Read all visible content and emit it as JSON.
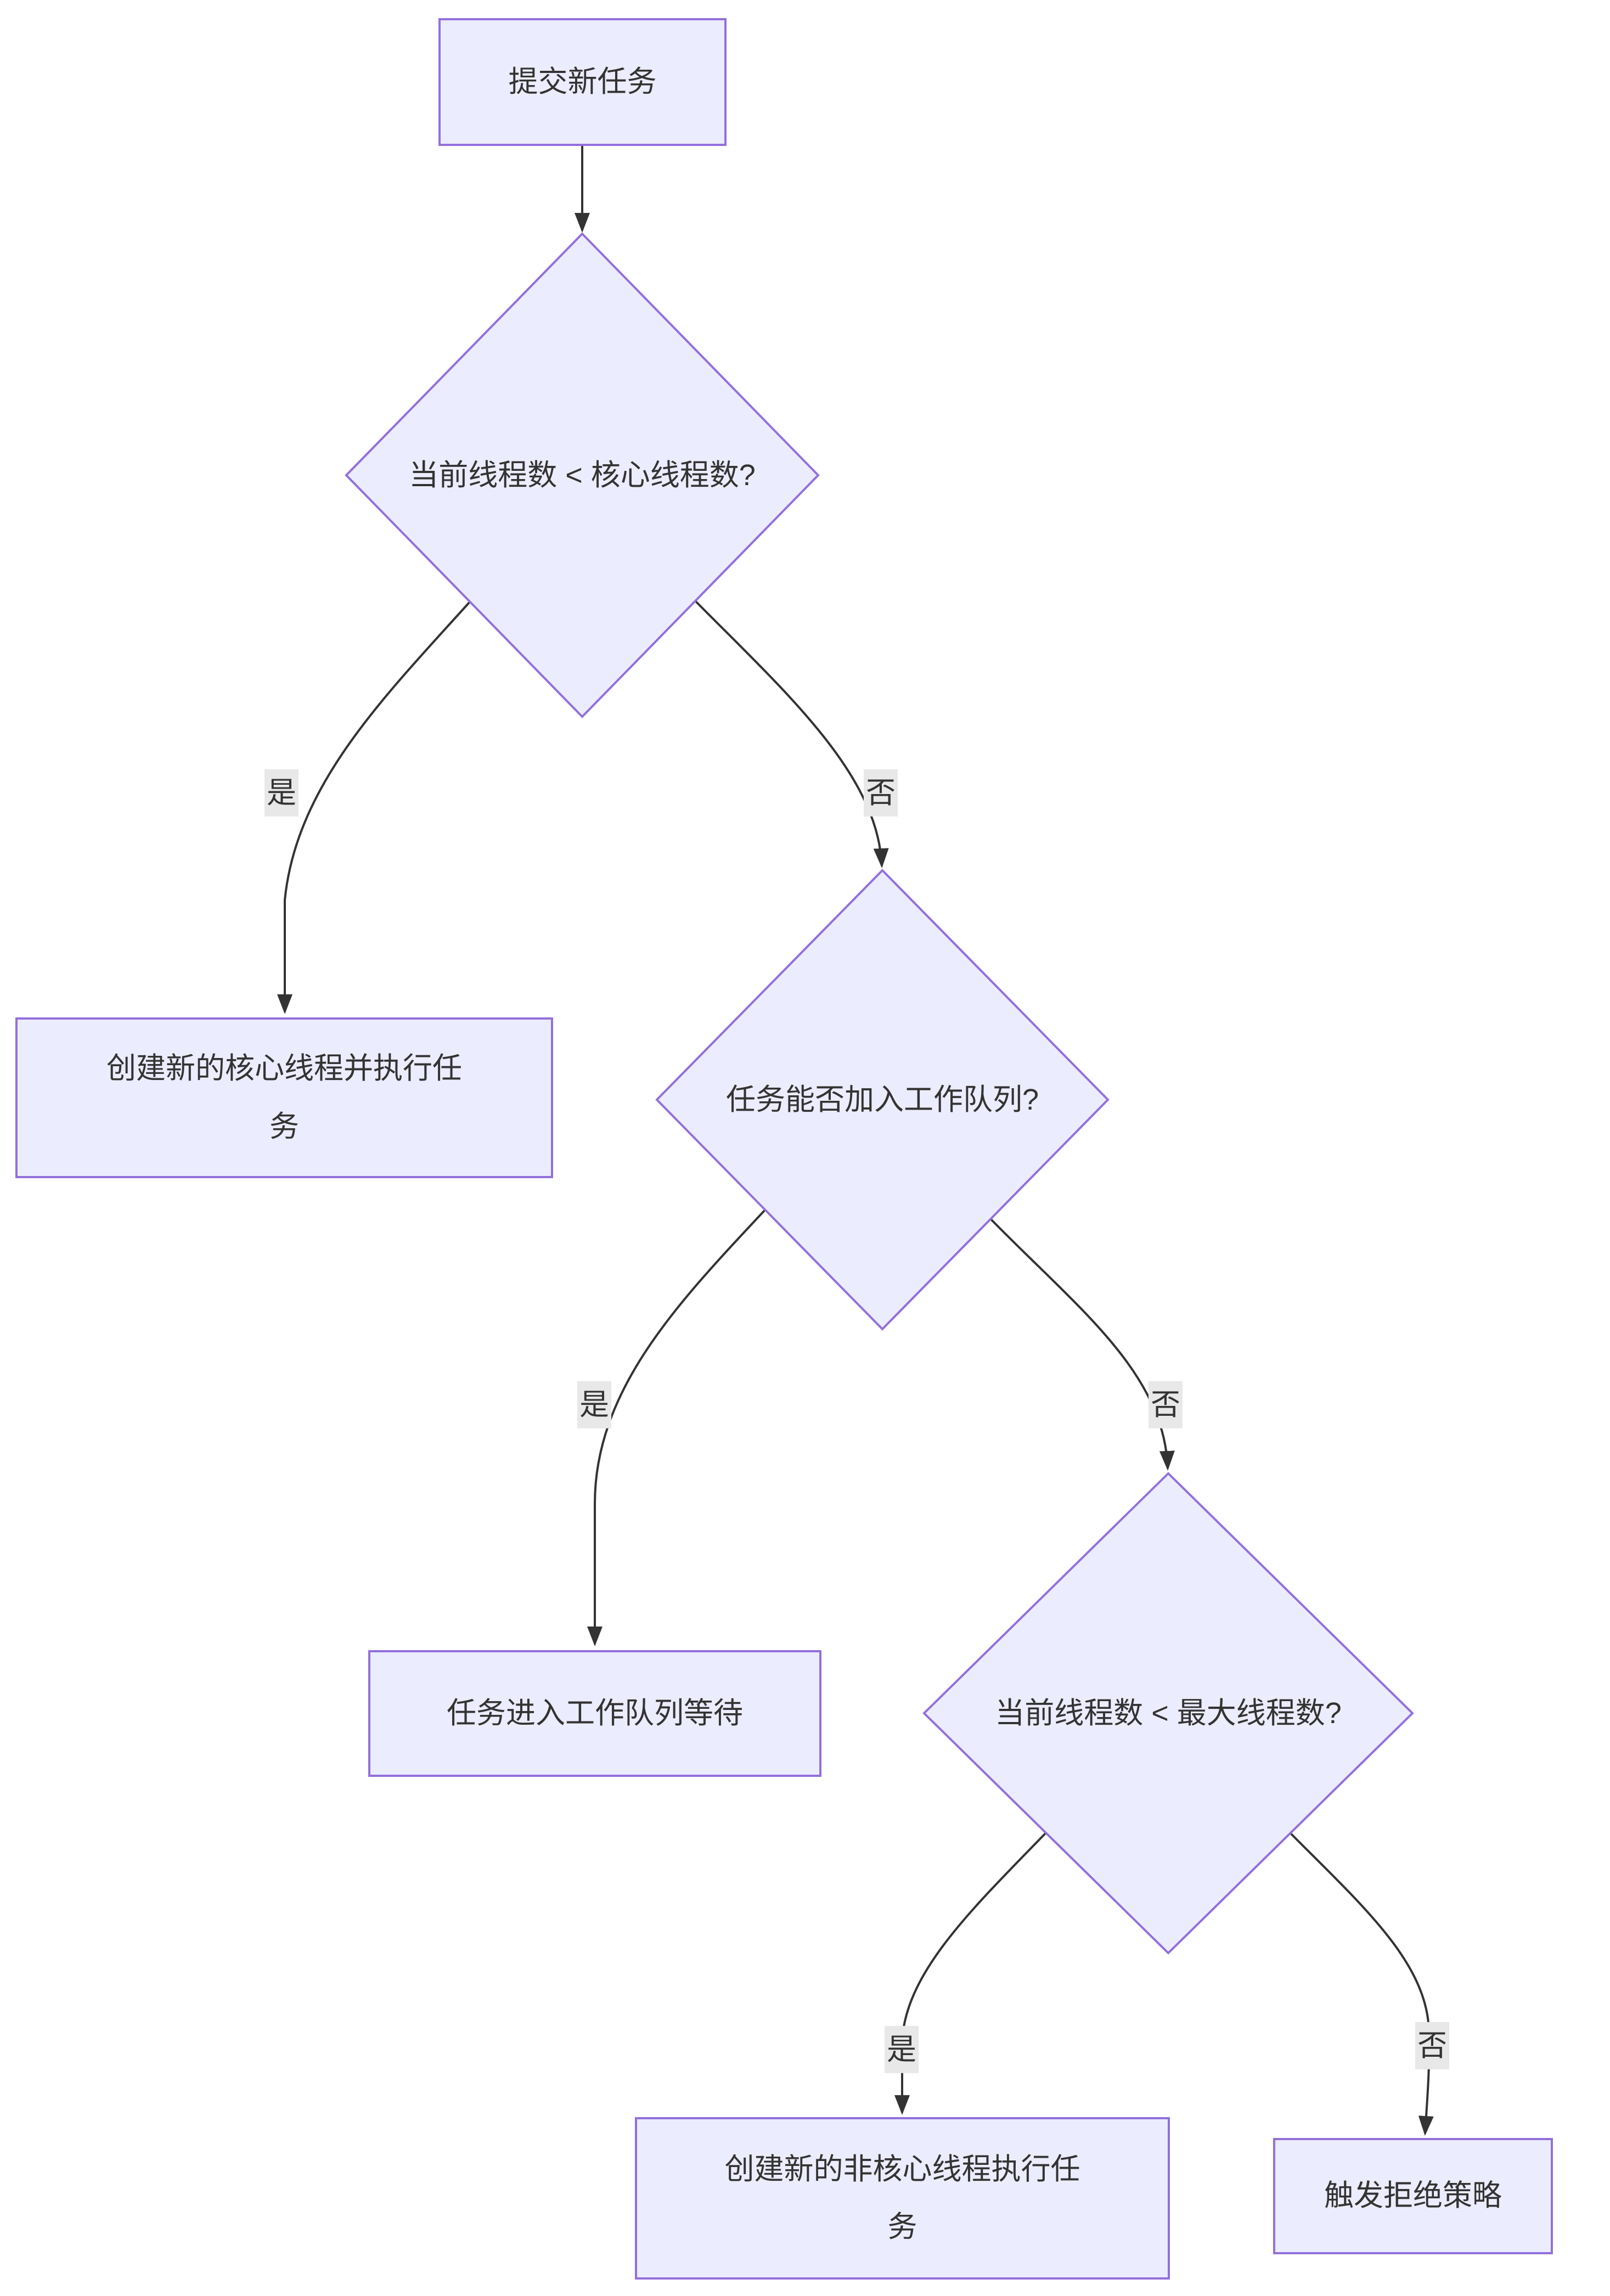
{
  "diagram": {
    "type": "flowchart",
    "direction": "top-down",
    "nodes": [
      {
        "id": "A",
        "shape": "rect",
        "label": "提交新任务"
      },
      {
        "id": "B",
        "shape": "diamond",
        "label": "当前线程数 < 核心线程数?"
      },
      {
        "id": "C",
        "shape": "rect",
        "label": "创建新的核心线程并执行任\n务"
      },
      {
        "id": "D",
        "shape": "diamond",
        "label": "任务能否加入工作队列?"
      },
      {
        "id": "E",
        "shape": "rect",
        "label": "任务进入工作队列等待"
      },
      {
        "id": "F",
        "shape": "diamond",
        "label": "当前线程数 < 最大线程数?"
      },
      {
        "id": "G",
        "shape": "rect",
        "label": "创建新的非核心线程执行任\n务"
      },
      {
        "id": "H",
        "shape": "rect",
        "label": "触发拒绝策略"
      }
    ],
    "edges": [
      {
        "from": "A",
        "to": "B",
        "label": ""
      },
      {
        "from": "B",
        "to": "C",
        "label": "是"
      },
      {
        "from": "B",
        "to": "D",
        "label": "否"
      },
      {
        "from": "D",
        "to": "E",
        "label": "是"
      },
      {
        "from": "D",
        "to": "F",
        "label": "否"
      },
      {
        "from": "F",
        "to": "G",
        "label": "是"
      },
      {
        "from": "F",
        "to": "H",
        "label": "否"
      }
    ],
    "colors": {
      "node_fill": "#ECECFF",
      "node_border": "#9370DB",
      "edge_line": "#333333",
      "text": "#333333",
      "edge_label_bg": "#e8e8e8",
      "background": "#ffffff"
    }
  }
}
